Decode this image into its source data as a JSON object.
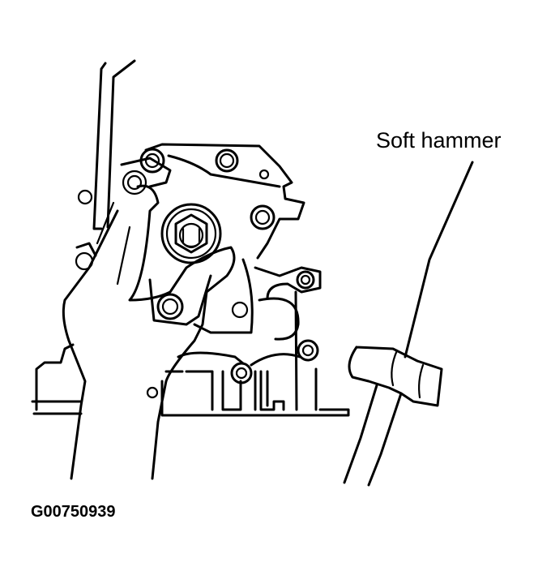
{
  "diagram": {
    "type": "technical-illustration",
    "subject": "Removing pump housing from engine using a soft hammer",
    "callouts": [
      {
        "label": "Soft hammer",
        "target": "hammer-handle"
      }
    ],
    "figure_id": "G00750939",
    "colors": {
      "line": "#000000",
      "background": "#ffffff"
    }
  }
}
